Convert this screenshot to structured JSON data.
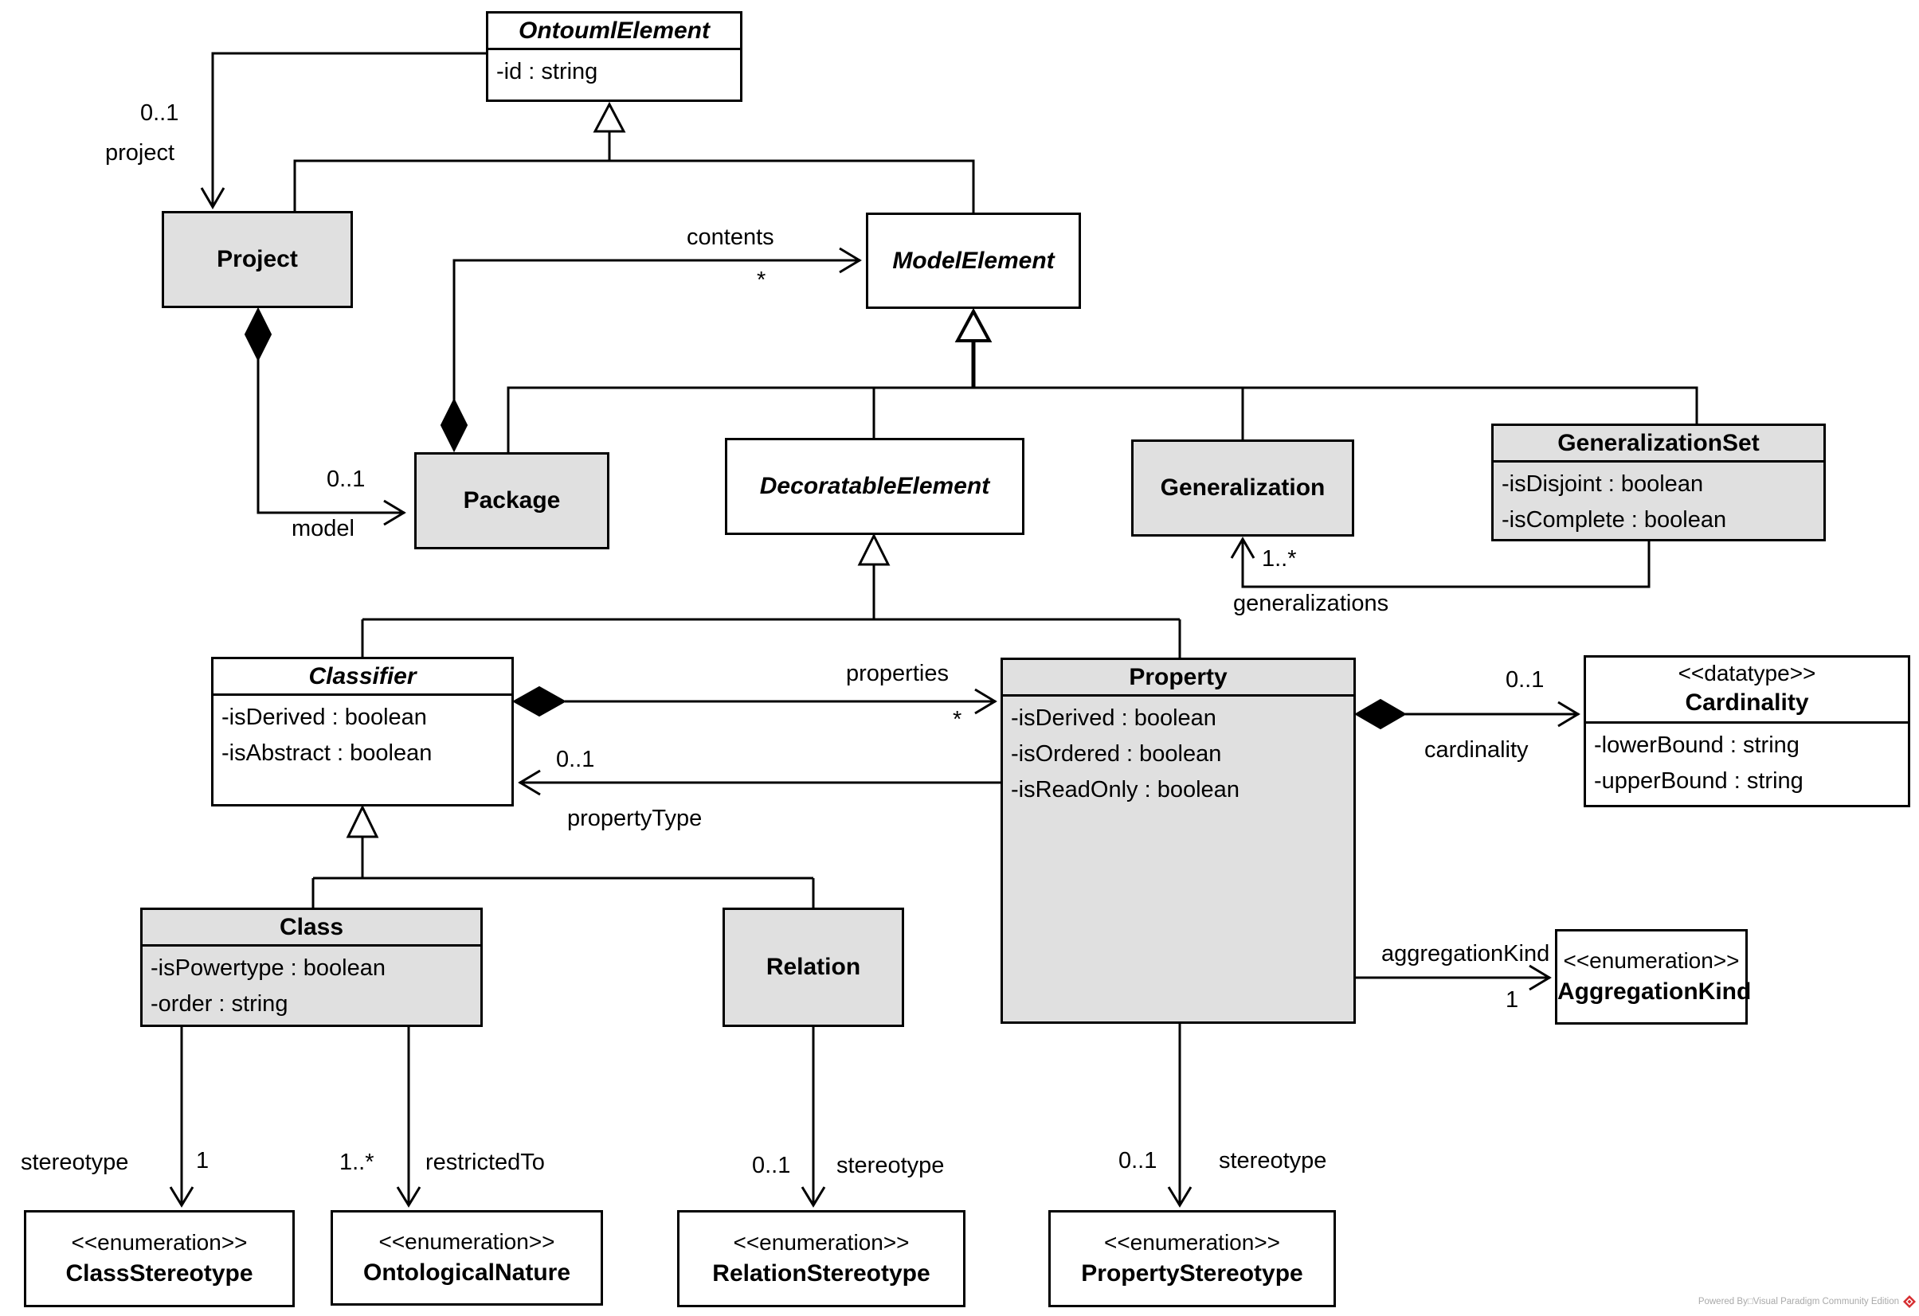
{
  "diagram": {
    "tool_watermark": "Powered By□Visual Paradigm Community Edition",
    "colors": {
      "concrete_class_fill": "#e0e0e0",
      "abstract_class_fill": "#ffffff",
      "line": "#000000",
      "watermark_text": "#a9a9a9",
      "watermark_logo": "#d62d30"
    }
  },
  "classes": {
    "ontouml_element": {
      "name": "OntoumlElement",
      "attributes": [
        "-id : string"
      ]
    },
    "project": {
      "name": "Project"
    },
    "model_element": {
      "name": "ModelElement"
    },
    "package": {
      "name": "Package"
    },
    "decoratable_element": {
      "name": "DecoratableElement"
    },
    "generalization": {
      "name": "Generalization"
    },
    "generalization_set": {
      "name": "GeneralizationSet",
      "attributes": [
        "-isDisjoint : boolean",
        "-isComplete : boolean"
      ]
    },
    "classifier": {
      "name": "Classifier",
      "attributes": [
        "-isDerived : boolean",
        "-isAbstract : boolean"
      ]
    },
    "property": {
      "name": "Property",
      "attributes": [
        "-isDerived : boolean",
        "-isOrdered : boolean",
        "-isReadOnly : boolean"
      ]
    },
    "cardinality": {
      "stereotype": "<<datatype>>",
      "name": "Cardinality",
      "attributes": [
        "-lowerBound : string",
        "-upperBound : string"
      ]
    },
    "class": {
      "name": "Class",
      "attributes": [
        "-isPowertype : boolean",
        "-order : string"
      ]
    },
    "relation": {
      "name": "Relation"
    },
    "aggregation_kind": {
      "stereotype": "<<enumeration>>",
      "name": "AggregationKind"
    },
    "class_stereotype": {
      "stereotype": "<<enumeration>>",
      "name": "ClassStereotype"
    },
    "ontological_nature": {
      "stereotype": "<<enumeration>>",
      "name": "OntologicalNature"
    },
    "relation_stereotype": {
      "stereotype": "<<enumeration>>",
      "name": "RelationStereotype"
    },
    "property_stereotype": {
      "stereotype": "<<enumeration>>",
      "name": "PropertyStereotype"
    }
  },
  "labels": {
    "project_mult": "0..1",
    "project_role": "project",
    "contents_role": "contents",
    "contents_mult": "*",
    "model_mult": "0..1",
    "model_role": "model",
    "generalizations_mult": "1..*",
    "generalizations_role": "generalizations",
    "properties_role": "properties",
    "properties_mult": "*",
    "propertytype_mult": "0..1",
    "propertytype_role": "propertyType",
    "cardinality_mult": "0..1",
    "cardinality_role": "cardinality",
    "aggregationkind_role": "aggregationKind",
    "aggregationkind_mult": "1",
    "class_stereotype_role": "stereotype",
    "class_stereotype_mult": "1",
    "restrictedto_mult": "1..*",
    "restrictedto_role": "restrictedTo",
    "relation_stereotype_mult": "0..1",
    "relation_stereotype_role": "stereotype",
    "property_stereotype_mult": "0..1",
    "property_stereotype_role": "stereotype"
  }
}
